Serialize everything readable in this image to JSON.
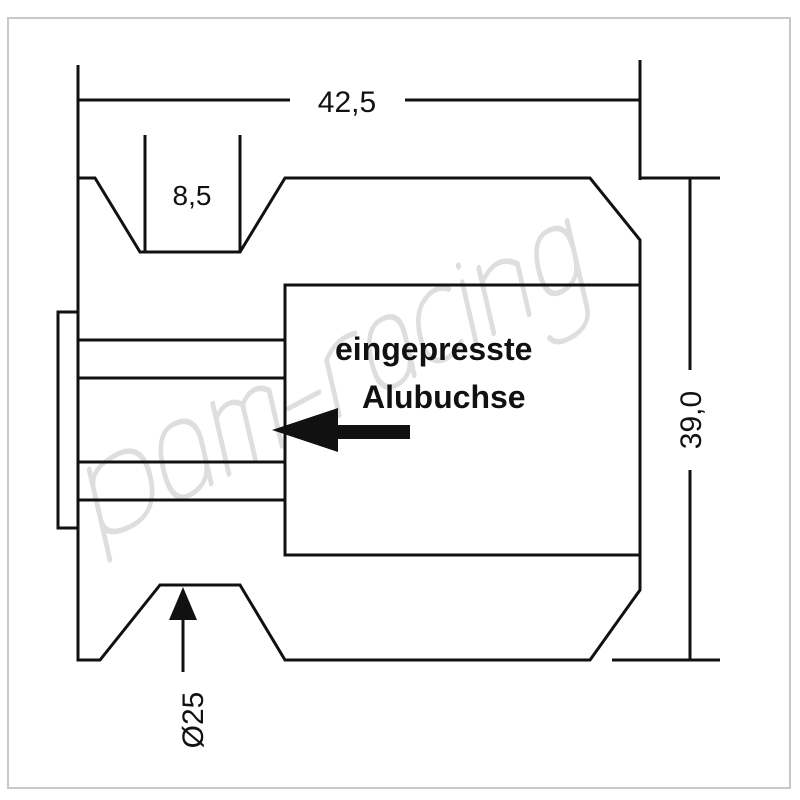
{
  "dimensions": {
    "overall_length": "42,5",
    "groove_width": "8,5",
    "overall_height": "39,0",
    "groove_diameter": "Ø25"
  },
  "label": {
    "line1": "eingepresste",
    "line2": "Alubuchse"
  },
  "watermark": "pam-racing",
  "colors": {
    "line": "#111111",
    "frame": "#c8c8c8",
    "watermark": "#e4e4e4"
  }
}
